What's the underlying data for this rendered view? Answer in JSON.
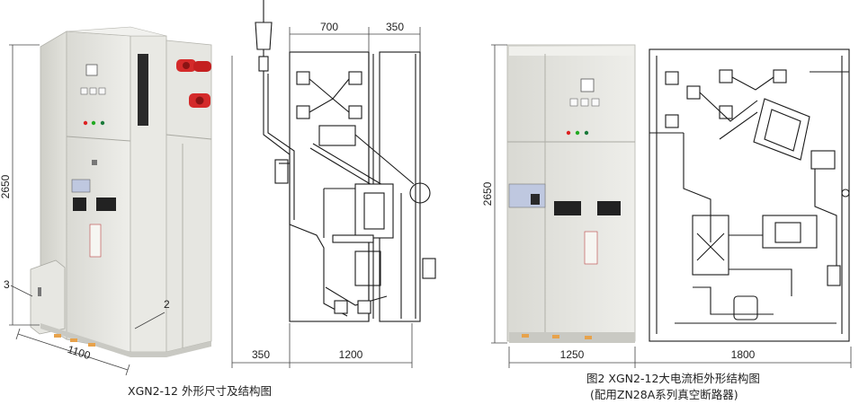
{
  "figure_left": {
    "photo_height": "2650",
    "photo_width": "1100",
    "callout_side_box": "3",
    "callout_panel": "2",
    "drawing_top_width_1": "700",
    "drawing_top_width_2": "350",
    "drawing_bottom_width_1": "350",
    "drawing_bottom_width_2": "1200",
    "caption": "XGN2-12 外形尺寸及结构图"
  },
  "figure_right": {
    "photo_height": "2650",
    "photo_width": "1250",
    "drawing_width": "1800",
    "caption_line1": "图2 XGN2-12大电流柜外形结构图",
    "caption_line2": "(配用ZN28A系列真空断路器)"
  },
  "colors": {
    "cabinet_body": "#e4e4df",
    "cabinet_shadow": "#c9c9c3",
    "bushing_red": "#d42a2a",
    "line": "#1a1a1a",
    "dim_line": "#444444"
  }
}
